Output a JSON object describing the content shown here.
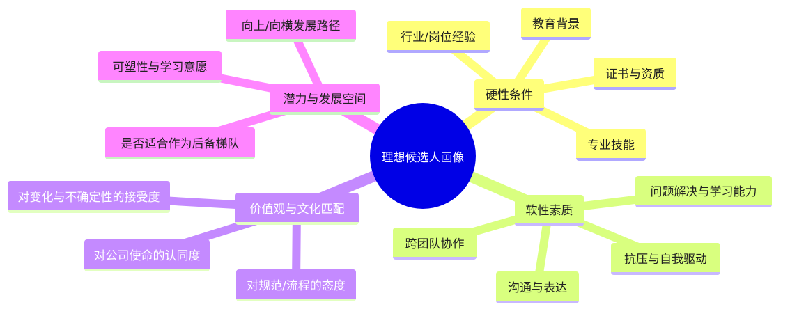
{
  "root": "理想候选人画像",
  "branches": {
    "hard": {
      "label": "硬性条件",
      "children": [
        "行业/岗位经验",
        "教育背景",
        "证书与资质",
        "专业技能"
      ]
    },
    "potential": {
      "label": "潜力与发展空间",
      "children": [
        "向上/向横发展路径",
        "可塑性与学习意愿",
        "是否适合作为后备梯队"
      ]
    },
    "values": {
      "label": "价值观与文化匹配",
      "children": [
        "对变化与不确定性的接受度",
        "对公司使命的认同度",
        "对规范/流程的态度"
      ]
    },
    "soft": {
      "label": "软性素质",
      "children": [
        "问题解决与学习能力",
        "跨团队协作",
        "抗压与自我驱动",
        "沟通与表达"
      ]
    }
  },
  "colors": {
    "root": "#0000e6",
    "hard": "#ffff7a",
    "potential": "#ff85ff",
    "values": "#c48aff",
    "soft": "#d9ff7f"
  }
}
